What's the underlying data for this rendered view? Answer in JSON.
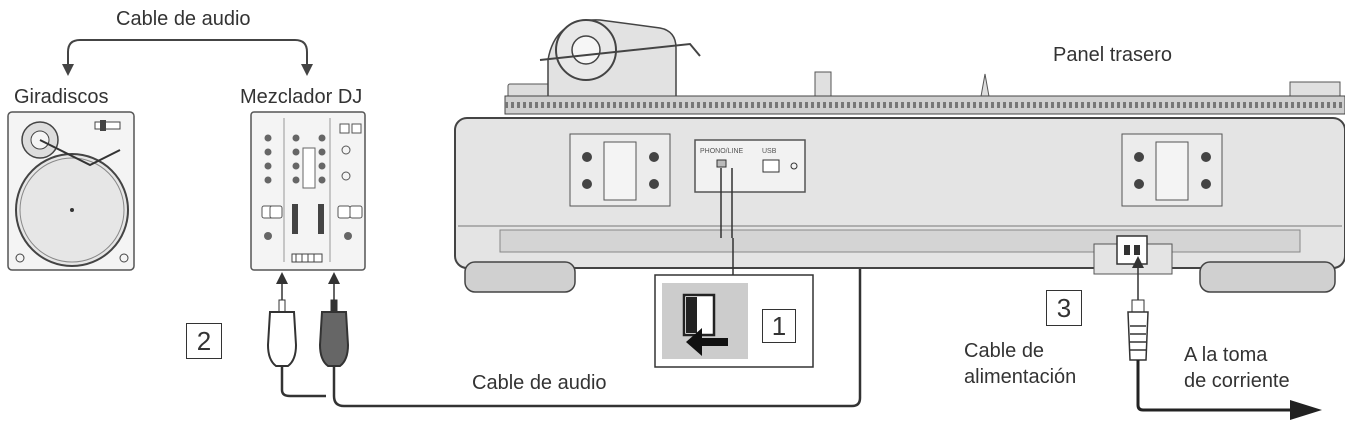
{
  "labels": {
    "cable_top": "Cable de audio",
    "turntable": "Giradiscos",
    "mixer": "Mezclador DJ",
    "rear_panel": "Panel trasero",
    "cable_bottom": "Cable de audio",
    "power_cable_line1": "Cable de",
    "power_cable_line2": "alimentación",
    "outlet_line1": "A la toma",
    "outlet_line2": "de corriente"
  },
  "panel_marks": {
    "phono_line": "PHONO/LINE",
    "usb": "USB"
  },
  "steps": [
    "1",
    "2",
    "3"
  ]
}
